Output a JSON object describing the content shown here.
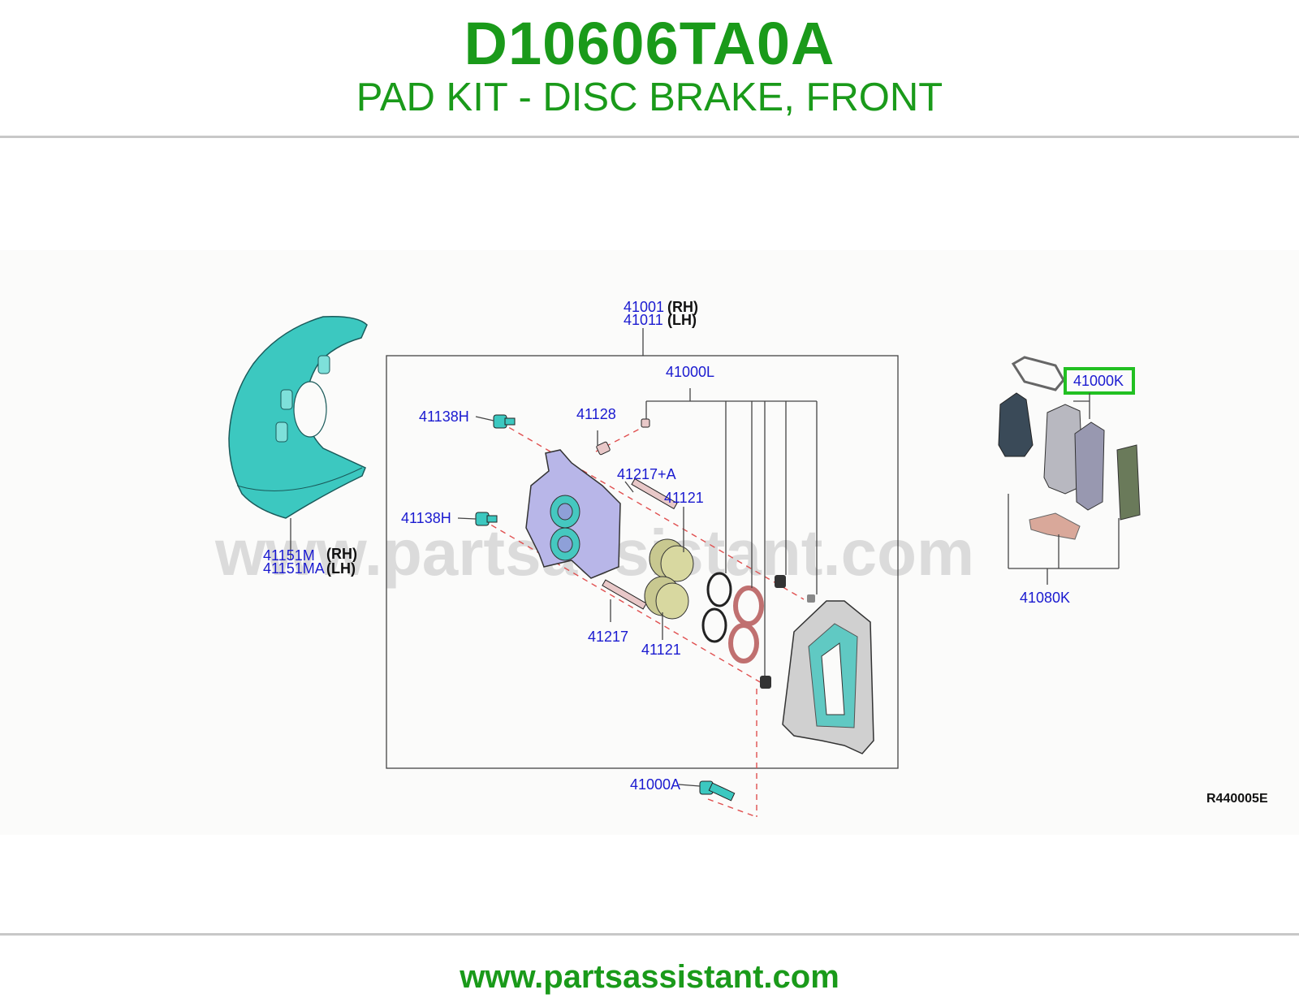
{
  "header": {
    "part_number": "D10606TA0A",
    "description": "PAD KIT - DISC BRAKE, FRONT"
  },
  "diagram": {
    "watermark": "www.partsassistant.com",
    "figure_code": "R440005E",
    "callouts": {
      "caliper_rh": "41001",
      "caliper_lh": "41011",
      "seal_kit": "41000L",
      "bolt_upper": "41138H",
      "bolt_lower": "41138H",
      "bleeder": "41128",
      "pin_upper": "41217+A",
      "piston_upper": "41121",
      "pin_lower": "41217",
      "piston_lower": "41121",
      "shield_rh": "41151M",
      "shield_lh": "41151MA",
      "pad_kit": "41000K",
      "hardware_kit": "41080K",
      "mount_bolt": "41000A"
    },
    "side_labels": {
      "rh": "(RH)",
      "lh": "(LH)"
    },
    "highlight_color": "#22c022",
    "label_color": "#1a1ad0",
    "brand_color": "#1a9a1a"
  },
  "footer": {
    "url": "www.partsassistant.com"
  }
}
